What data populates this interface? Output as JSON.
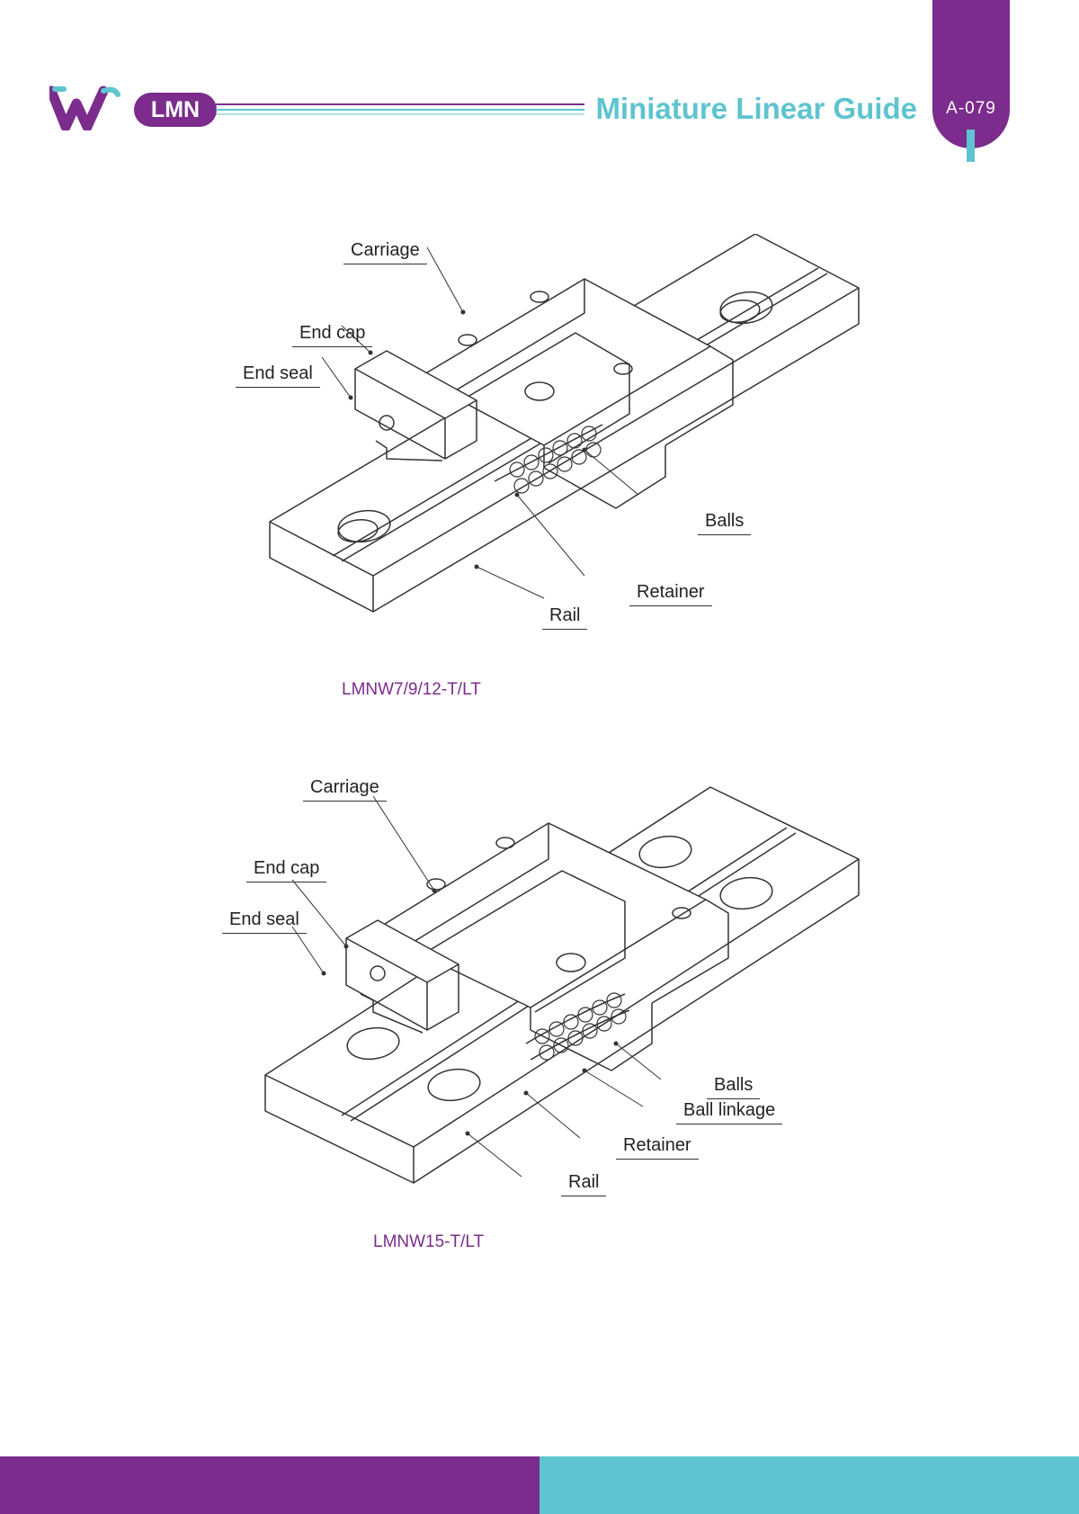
{
  "header": {
    "series_badge": "LMN",
    "title": "Miniature Linear Guide",
    "page_number": "A-079"
  },
  "figures": [
    {
      "caption": "LMNW7/9/12-T/LT",
      "labels": {
        "carriage": "Carriage",
        "end_cap": "End cap",
        "end_seal": "End seal",
        "balls": "Balls",
        "retainer": "Retainer",
        "rail": "Rail"
      }
    },
    {
      "caption": "LMNW15-T/LT",
      "labels": {
        "carriage": "Carriage",
        "end_cap": "End cap",
        "end_seal": "End seal",
        "balls": "Balls",
        "ball_linkage": "Ball linkage",
        "retainer": "Retainer",
        "rail": "Rail"
      }
    }
  ],
  "colors": {
    "brand_purple": "#7b2c8c",
    "brand_teal": "#5ec4cf"
  }
}
